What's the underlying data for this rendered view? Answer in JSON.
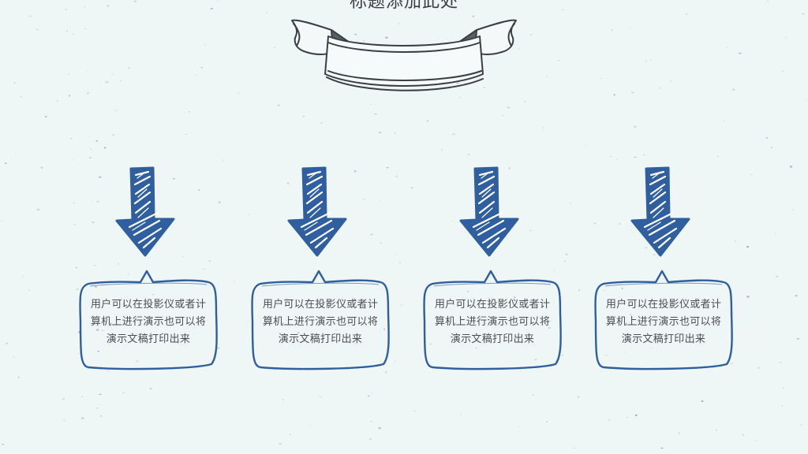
{
  "title": "标题添加此处",
  "colors": {
    "background": "#eef6f6",
    "accent": "#2f5f9e",
    "ink": "#3a3f45"
  },
  "icons": {
    "arrow": "down-arrow-icon",
    "ribbon": "ribbon-banner-icon"
  },
  "steps": [
    {
      "text": "用户可以在投影仪或者计算机上进行演示也可以将演示文稿打印出来"
    },
    {
      "text": "用户可以在投影仪或者计算机上进行演示也可以将演示文稿打印出来"
    },
    {
      "text": "用户可以在投影仪或者计算机上进行演示也可以将演示文稿打印出来"
    },
    {
      "text": "用户可以在投影仪或者计算机上进行演示也可以将演示文稿打印出来"
    }
  ]
}
